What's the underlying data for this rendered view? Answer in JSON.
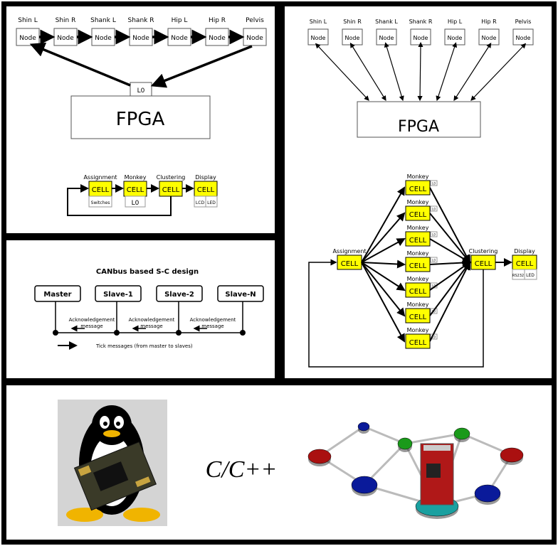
{
  "colors": {
    "cell": "#ffff00",
    "frame": "#000000",
    "linux_bg": "#d4d4d4",
    "node_blue": "#0a1a9a",
    "node_green": "#1a9a1a",
    "node_red": "#aa1010",
    "node_teal": "#1aa0a0"
  },
  "nodes": [
    "Shin L",
    "Shin R",
    "Shank L",
    "Shank R",
    "Hip L",
    "Hip R",
    "Pelvis"
  ],
  "node_label": "Node",
  "l0": "L0",
  "fpga": "FPGA",
  "cell": "CELL",
  "chain": {
    "assignment": "Assignment",
    "monkey": "Monkey",
    "clustering": "Clustering",
    "display": "Display",
    "switches": "Switches",
    "lcd": "LCD",
    "led": "LED"
  },
  "parallel": {
    "assignment": "Assignment",
    "monkey": "Monkey",
    "clustering": "Clustering",
    "display": "Display",
    "rs232": "RS232",
    "led": "LED",
    "monkey_count": 7
  },
  "canbus": {
    "title": "CANbus based S-C design",
    "nodes": [
      "Master",
      "Slave-1",
      "Slave-2",
      "Slave-N"
    ],
    "ack_line1": "Acknowledgement",
    "ack_line2": "message",
    "tick": "Tick messages (from master to slaves)"
  },
  "bottom": {
    "language": "C/C++"
  }
}
